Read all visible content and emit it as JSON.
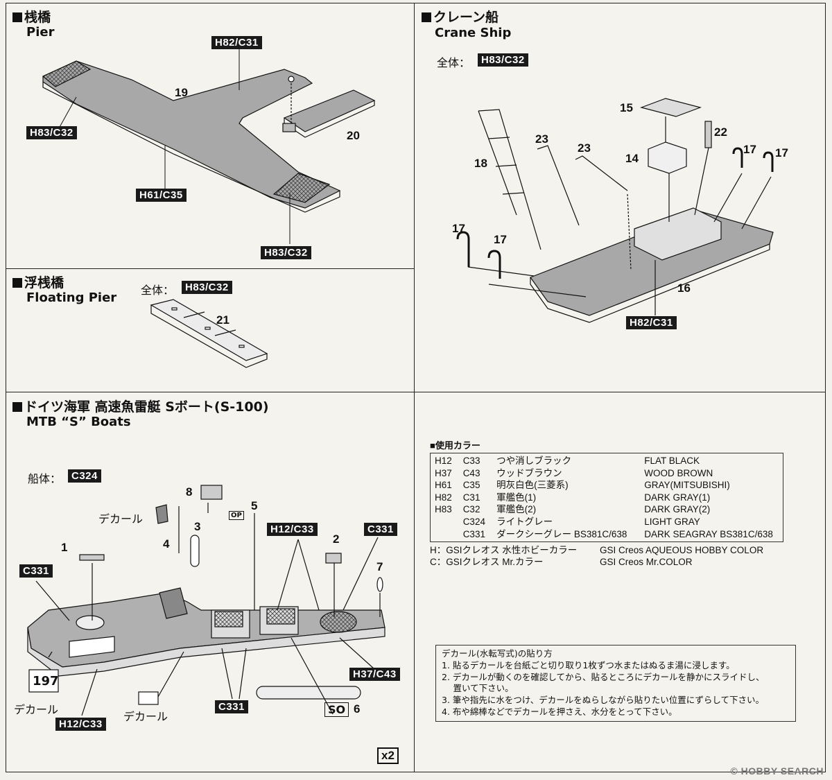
{
  "pier": {
    "title_jp": "桟橋",
    "title_en": "Pier",
    "tags": [
      "H82/C31",
      "H83/C32",
      "H61/C35",
      "H83/C32"
    ],
    "part_numbers": [
      "19",
      "20"
    ]
  },
  "floating_pier": {
    "title_jp": "浮桟橋",
    "title_en": "Floating Pier",
    "overall_label": "全体：",
    "overall_tag": "H83/C32",
    "part_number": "21"
  },
  "crane_ship": {
    "title_jp": "クレーン船",
    "title_en": "Crane Ship",
    "overall_label": "全体：",
    "overall_tag": "H83/C32",
    "hull_tag": "H82/C31",
    "part_numbers": [
      "15",
      "22",
      "17",
      "17",
      "14",
      "23",
      "23",
      "18",
      "17",
      "17",
      "16"
    ]
  },
  "s_boat": {
    "title_jp": "ドイツ海軍 高速魚雷艇 Sボート(S-100)",
    "title_en": "MTB “S” Boats",
    "hull_label": "船体：",
    "hull_tag": "C324",
    "tags": [
      "H12/C33",
      "C331",
      "C331",
      "H37/C43",
      "C331",
      "H12/C33"
    ],
    "decal_label": "デカール",
    "part_numbers": [
      "8",
      "5",
      "4",
      "3",
      "2",
      "1",
      "7",
      "6"
    ],
    "hull_number_decal": "197",
    "torpedo_decal": "SO",
    "op_label": "OP",
    "quantity": "x2"
  },
  "colors": {
    "heading": "■使用カラー",
    "rows": [
      {
        "h": "H12",
        "c": "C33",
        "jp": "つや消しブラック",
        "en": "FLAT BLACK"
      },
      {
        "h": "H37",
        "c": "C43",
        "jp": "ウッドブラウン",
        "en": "WOOD BROWN"
      },
      {
        "h": "H61",
        "c": "C35",
        "jp": "明灰白色(三菱系)",
        "en": "GRAY(MITSUBISHI)"
      },
      {
        "h": "H82",
        "c": "C31",
        "jp": "軍艦色(1)",
        "en": "DARK GRAY(1)"
      },
      {
        "h": "H83",
        "c": "C32",
        "jp": "軍艦色(2)",
        "en": "DARK GRAY(2)"
      },
      {
        "h": "",
        "c": "C324",
        "jp": "ライトグレー",
        "en": "LIGHT GRAY"
      },
      {
        "h": "",
        "c": "C331",
        "jp": "ダークシーグレー BS381C/638",
        "en": "DARK SEAGRAY BS381C/638"
      }
    ],
    "legend_h_jp": "H：GSIクレオス 水性ホビーカラー",
    "legend_h_en": "GSI Creos AQUEOUS HOBBY COLOR",
    "legend_c_jp": "C：GSIクレオス Mr.カラー",
    "legend_c_en": "GSI Creos Mr.COLOR"
  },
  "decal_instructions": {
    "title": "デカール(水転写式)の貼り方",
    "steps": [
      "1. 貼るデカールを台紙ごと切り取り1枚ずつ水またはぬるま湯に浸します。",
      "2. デカールが動くのを確認してから、貼るところにデカールを静かにスライドし、",
      "　 置いて下さい。",
      "3. 筆や指先に水をつけ、デカールをぬらしながら貼りたい位置にずらして下さい。",
      "4. 布や綿棒などでデカールを押さえ、水分をとって下さい。"
    ]
  },
  "watermark": "© HOBBY SEARCH"
}
